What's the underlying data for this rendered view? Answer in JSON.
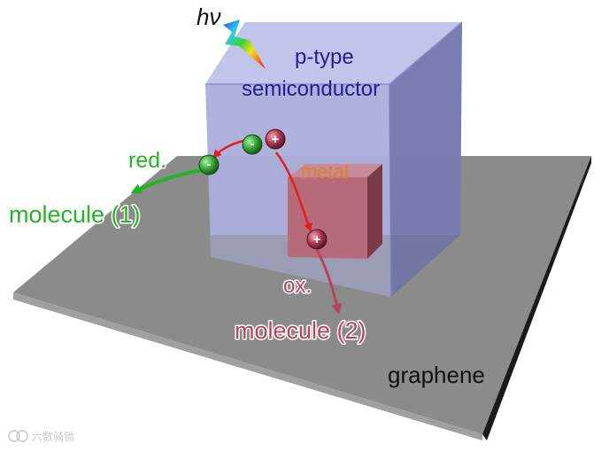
{
  "diagram": {
    "photon_label": "hν",
    "semiconductor_label_line1": "p-type",
    "semiconductor_label_line2": "semiconductor",
    "metal_label": "metal",
    "substrate_label": "graphene",
    "reduction_label": "red.",
    "reduced_molecule_label": "molecule (1)",
    "oxidation_label": "ox.",
    "oxidized_molecule_label": "molecule (2)",
    "electron_symbol": "-",
    "hole_symbol": "+",
    "watermark": "六数骑锁"
  },
  "colors": {
    "semiconductor_label": "#1f1f8f",
    "metal_label": "#d9822b",
    "reduction": "#22b522",
    "oxidation": "#b5455a",
    "arrow_red": "#e02020",
    "graphene": "#8a8a8a",
    "cube": "#9ea3d9",
    "metal_block": "#b76a78"
  },
  "icons": {
    "photon": "lightning-rainbow-icon",
    "electron": "green-sphere-icon",
    "hole": "red-sphere-icon"
  }
}
